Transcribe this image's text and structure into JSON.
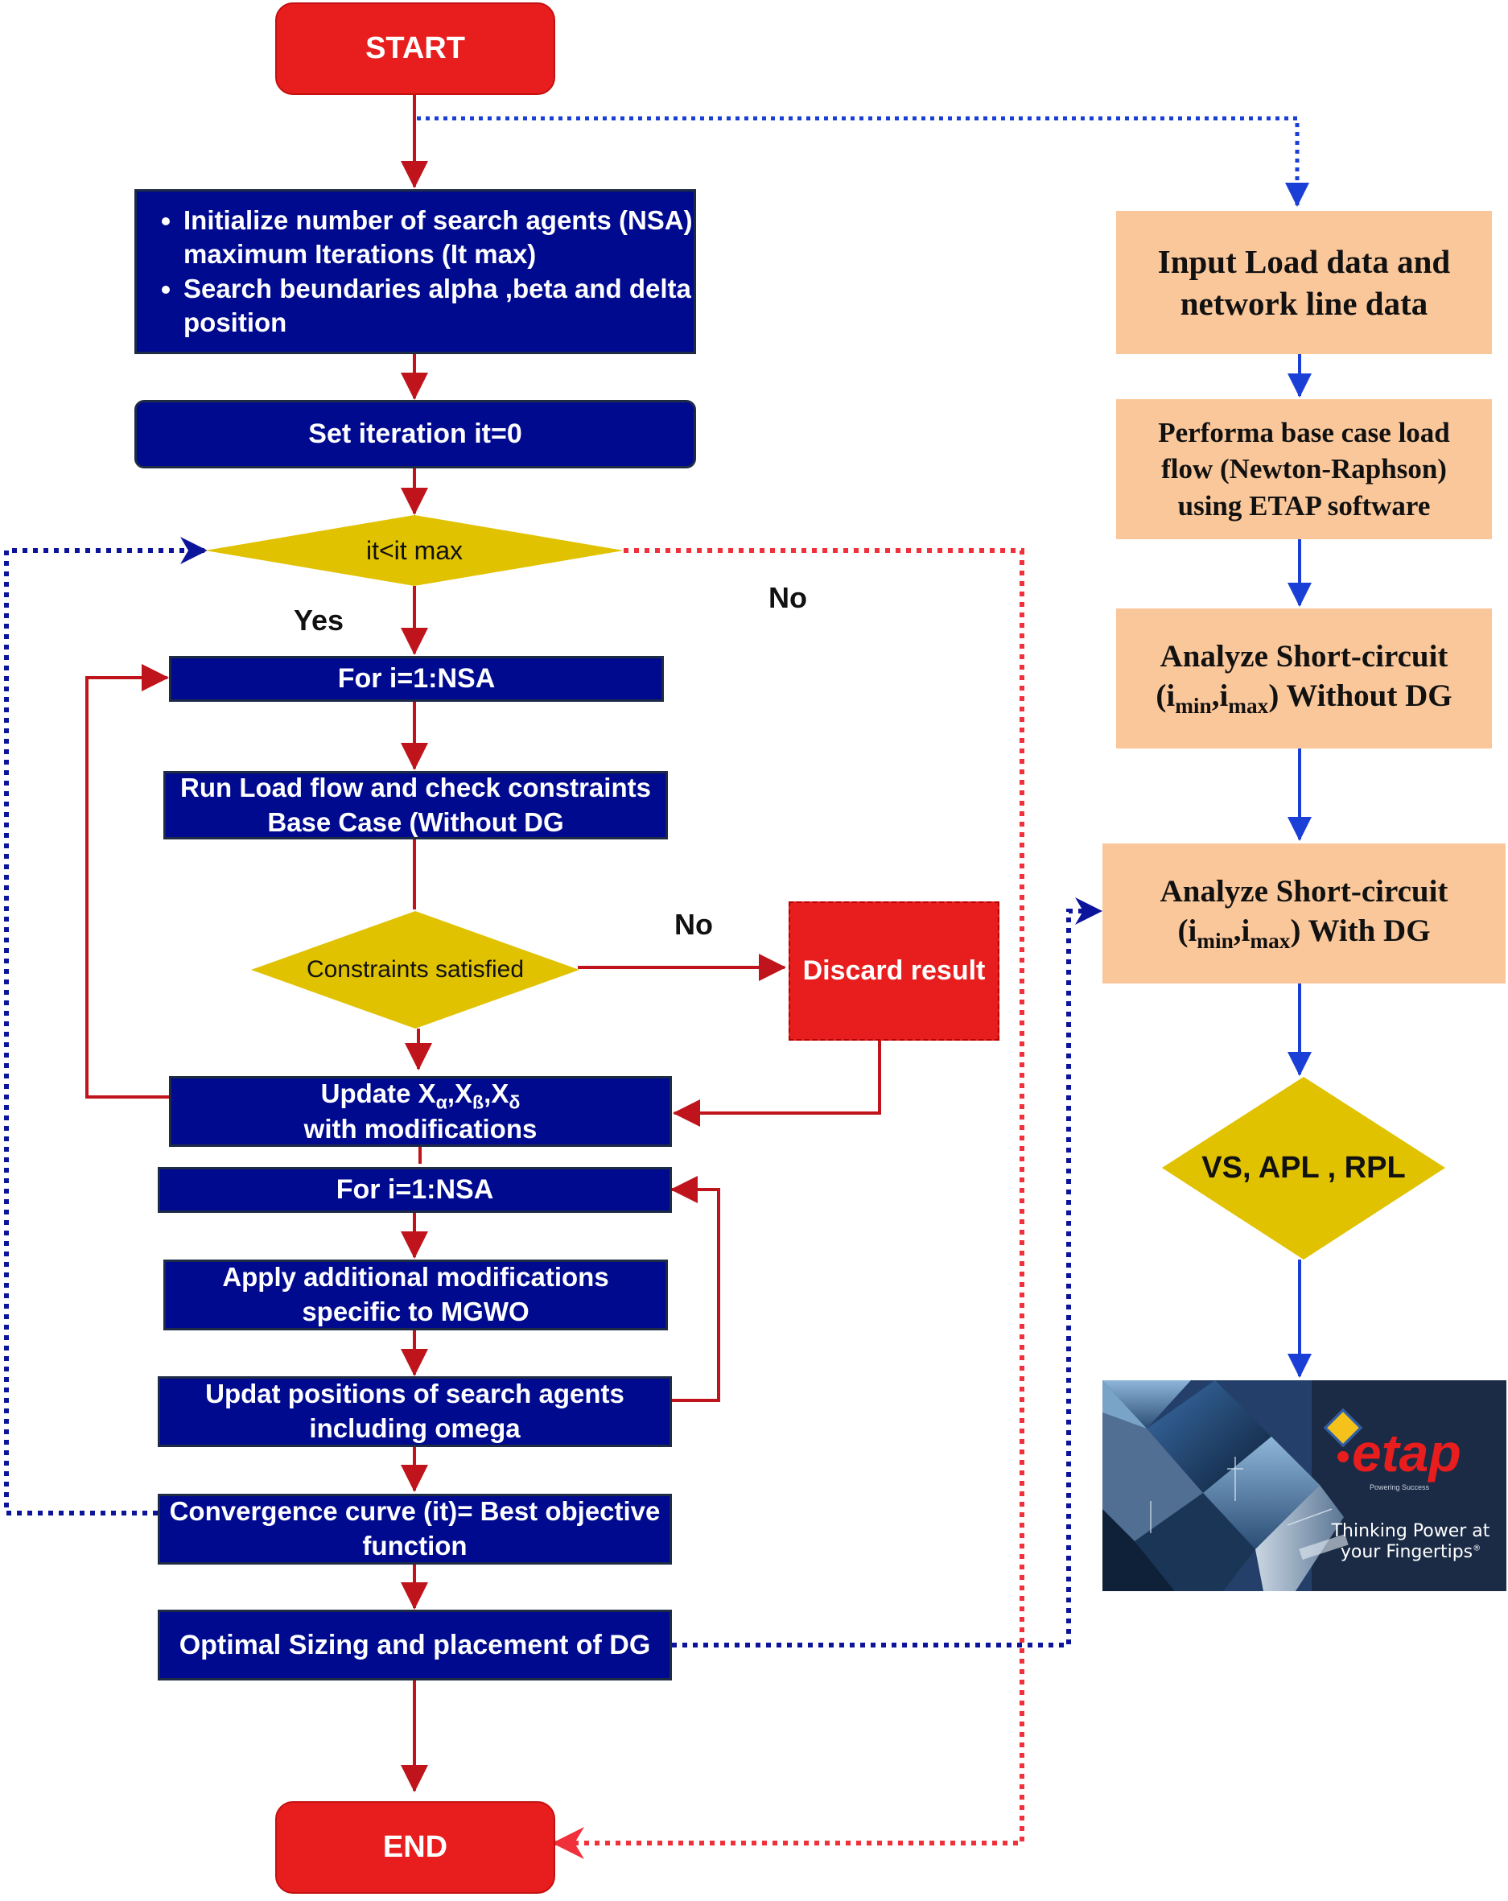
{
  "start_label": "START",
  "end_label": "END",
  "init_box": {
    "bullet1": "Initialize number of search agents (NSA) maximum Iterations (It max)",
    "bullet2": "Search beundaries alpha ,beta and delta position"
  },
  "set_iter": "Set iteration it=0",
  "loop_condition": "it<it max",
  "yes_label": "Yes",
  "no_label_main": "No",
  "for_loop_1": "For i=1:NSA",
  "run_load_flow": "Run Load flow and check constraints Base Case (Without DG",
  "constraints_condition": "Constraints satisfied",
  "no_label_constraints": "No",
  "discard_result": "Discard result",
  "update_positions": {
    "line1_prefix": "Update X",
    "sub_alpha": "α",
    "sub_beta": "ß",
    "sub_delta": "δ",
    "separator": ",",
    "line2": "with modifications"
  },
  "for_loop_2": "For i=1:NSA",
  "apply_modifications": "Apply additional modifications specific to MGWO",
  "update_agents": "Updat positions of search agents including omega",
  "convergence_curve": "Convergence curve (it)= Best objective function",
  "optimal_sizing": "Optimal Sizing and placement of DG",
  "right_flow": {
    "input_data": "Input Load data and network line data",
    "base_case": "Performa base case load flow (Newton-Raphson) using ETAP software",
    "sc_without": {
      "line1": "Analyze Short-circuit",
      "open": "(i",
      "min": "min",
      "comma": ",i",
      "max": "max",
      "close": ") Without DG"
    },
    "sc_with": {
      "line1": "Analyze Short-circuit",
      "open": "(i",
      "min": "min",
      "comma": ",i",
      "max": "max",
      "close": ") With DG"
    },
    "metrics": "VS, APL , RPL"
  },
  "etap_banner": {
    "logo_text": "etap",
    "logo_sub": "Powering Success",
    "tagline_line1": "Thinking Power at",
    "tagline_line2": "your Fingertips",
    "tagline_mark": "®"
  },
  "colors": {
    "navy_box": "#000a8f",
    "terminal_red": "#e81d1d",
    "peach": "#fac79a",
    "diamond_yellow": "#e0c200",
    "arrow_red": "#c0141c",
    "arrow_blue": "#1a3fd6",
    "dotted_navy": "#0b149a",
    "dotted_red": "#f0303a",
    "banner_bg": "#1b2b45"
  }
}
